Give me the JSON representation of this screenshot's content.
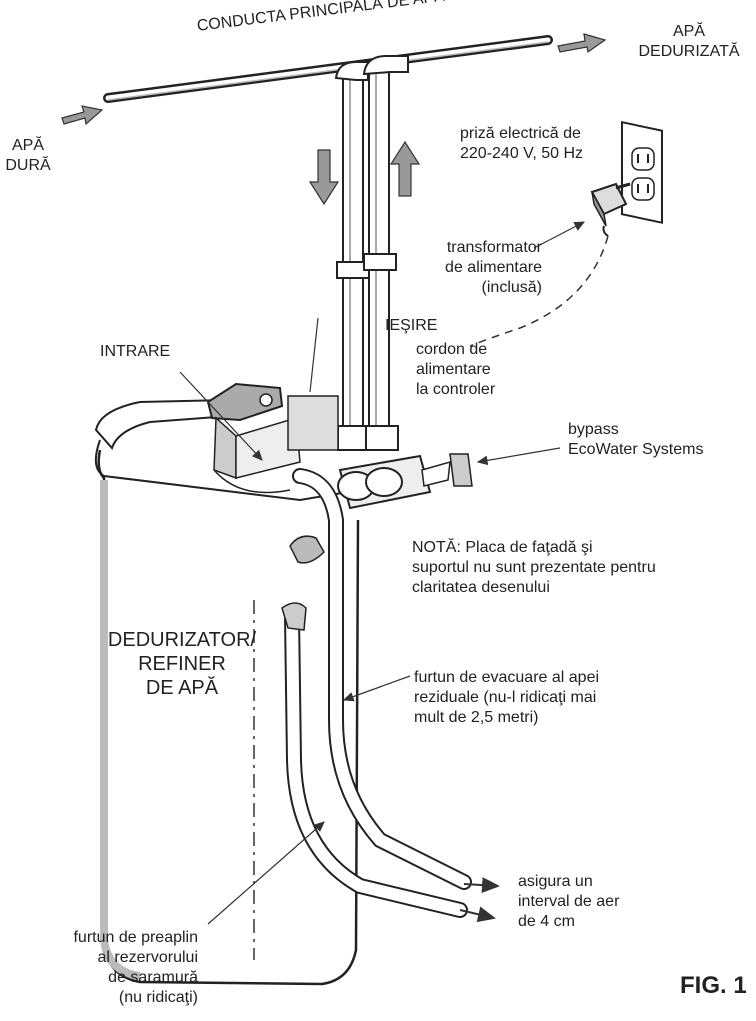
{
  "title": "CONDUCTA PRINCIPALĂ DE APĂ",
  "figure": "FIG. 1",
  "labels": {
    "hard_water": [
      "APĂ",
      "DURĂ"
    ],
    "soft_water": [
      "APĂ",
      "DEDURIZATĂ"
    ],
    "outlet": "IEŞIRE",
    "inlet": "INTRARE",
    "outlet_socket": [
      "priză electrică de",
      "220-240 V, 50 Hz"
    ],
    "transformer": [
      "transformator",
      "de alimentare",
      "(inclusă)"
    ],
    "power_cord": [
      "cordon de",
      "alimentare",
      "la controler"
    ],
    "bypass": [
      "bypass",
      "EcoWater Systems"
    ],
    "note": [
      "NOTĂ: Placa de faţadă şi",
      "suportul nu sunt prezentate pentru",
      "claritatea desenului"
    ],
    "softener": [
      "DEDURIZATOR/",
      "REFINER",
      "DE APĂ"
    ],
    "drain_hose": [
      "furtun de evacuare al apei",
      "reziduale (nu-l ridicaţi mai",
      "mult de 2,5 metri)"
    ],
    "air_gap": [
      "asigura un",
      "interval de aer",
      "de 4 cm"
    ],
    "overflow_hose": [
      "furtun de preaplin",
      "al rezervorului",
      "de saramură",
      "(nu ridicaţi)"
    ]
  }
}
